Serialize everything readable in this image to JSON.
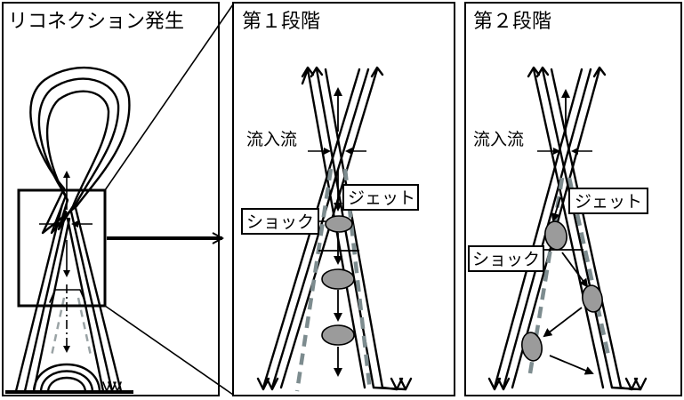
{
  "panels": {
    "onset": {
      "title": "リコネクション発生"
    },
    "stage1": {
      "title": "第１段階",
      "inflow_label": "流入流",
      "jet_label": "ジェット",
      "shock_label": "ショック"
    },
    "stage2": {
      "title": "第２段階",
      "inflow_label": "流入流",
      "jet_label": "ジェット",
      "shock_label": "ショック"
    }
  },
  "colors": {
    "line": "#000000",
    "dashed_boundary": "#7d8c8f",
    "plasmoid_fill": "#9b9b9b",
    "background": "#ffffff"
  }
}
